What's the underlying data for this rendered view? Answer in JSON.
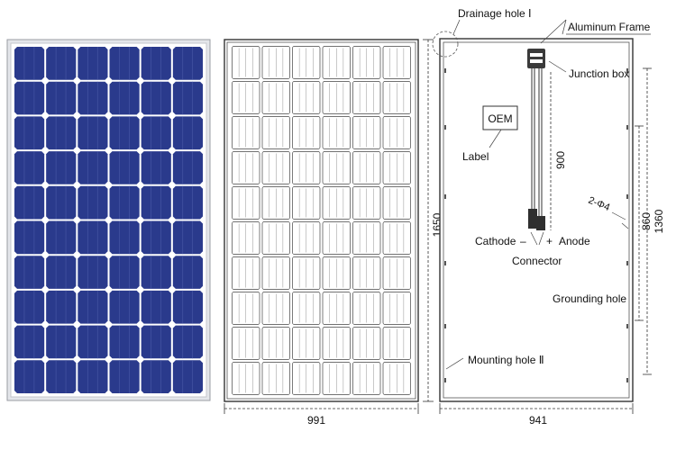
{
  "figure": {
    "front_view": {
      "rows": 10,
      "cols": 6,
      "cell_color": "#2a3a8c",
      "frame_color": "#c9ccd3"
    },
    "side_view": {
      "width_label": "991",
      "height_label": "1650"
    },
    "back_view": {
      "width_label": "941"
    },
    "labels": {
      "drainage_hole": "Drainage hole Ⅰ",
      "aluminum_frame": "Aluminum Frame",
      "junction_box": "Junction box",
      "oem": "OEM",
      "label": "Label",
      "dim_900": "900",
      "cathode": "Cathode",
      "anode": "Anode",
      "connector": "Connector",
      "hole_spec": "2-Φ4",
      "dim_860": "860",
      "dim_1360": "1360",
      "grounding_hole": "Grounding hole",
      "mounting_hole": "Mounting hole Ⅱ"
    }
  }
}
